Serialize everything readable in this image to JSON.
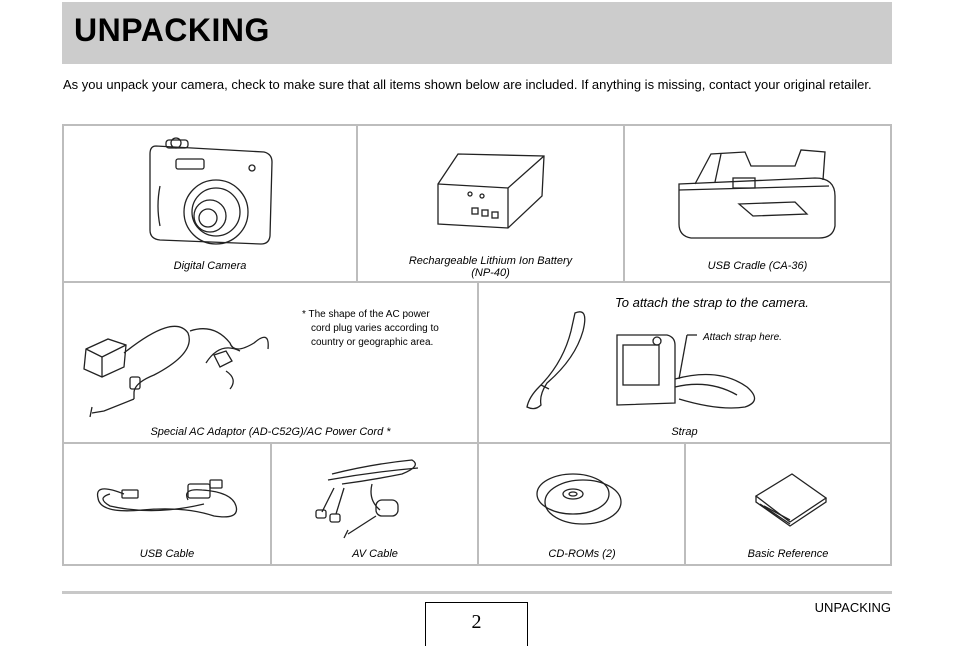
{
  "header": {
    "title": "UNPACKING"
  },
  "intro": "As you unpack your camera, check to make sure that all items shown below are included. If anything is missing, contact your original retailer.",
  "items": {
    "camera": "Digital Camera",
    "battery_line1": "Rechargeable Lithium Ion Battery",
    "battery_line2": "(NP-40)",
    "cradle": "USB Cradle (CA-36)",
    "adaptor": "Special AC Adaptor (AD-C52G)/AC Power Cord *",
    "adaptor_note_line1": "* The shape of the AC power",
    "adaptor_note_line2": "cord plug varies according to",
    "adaptor_note_line3": "country or geographic area.",
    "strap_heading": "To attach the strap to the camera.",
    "strap_callout": "Attach strap here.",
    "strap": "Strap",
    "usb_cable": "USB Cable",
    "av_cable": "AV Cable",
    "cdroms": "CD-ROMs (2)",
    "basic_ref": "Basic Reference"
  },
  "footer": {
    "page_number": "2",
    "section": "UNPACKING"
  }
}
